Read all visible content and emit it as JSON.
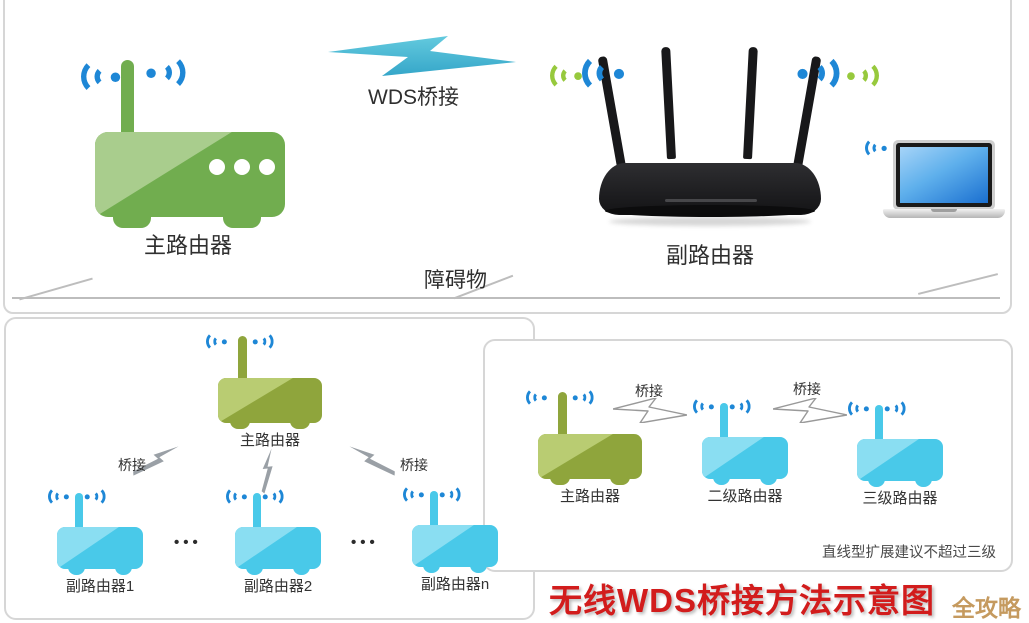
{
  "top": {
    "main_router_label": "主路由器",
    "wds_bridge_label": "WDS桥接",
    "secondary_router_label": "副路由器",
    "obstacle_label": "障碍物"
  },
  "star_panel": {
    "main_router_label": "主路由器",
    "left_bridge_label": "桥接",
    "right_bridge_label": "桥接",
    "sub_routers": [
      "副路由器1",
      "副路由器2",
      "副路由器n"
    ],
    "ellipsis_1": "•••",
    "ellipsis_2": "•••"
  },
  "chain_panel": {
    "main_router_label": "主路由器",
    "level2_router_label": "二级路由器",
    "level3_router_label": "三级路由器",
    "bridge_label_1": "桥接",
    "bridge_label_2": "桥接",
    "note": "直线型扩展建议不超过三级"
  },
  "footer": {
    "title": "无线WDS桥接方法示意图",
    "watermark": "全攻略"
  },
  "colors": {
    "router_green": "#71ad4f",
    "router_green_light": "#a9cd8d",
    "router_olive": "#8fa53c",
    "router_olive_light": "#b9cc72",
    "router_cyan": "#49c9e9",
    "router_cyan_light": "#8adef2",
    "wifi_blue": "#1e87d6",
    "wifi_green": "#97c93d",
    "bolt_cyan": "#4ab7d8",
    "bolt_gray": "#9aa0a6",
    "title_red": "#d21c1c",
    "watermark_gold": "#c59a5f"
  }
}
